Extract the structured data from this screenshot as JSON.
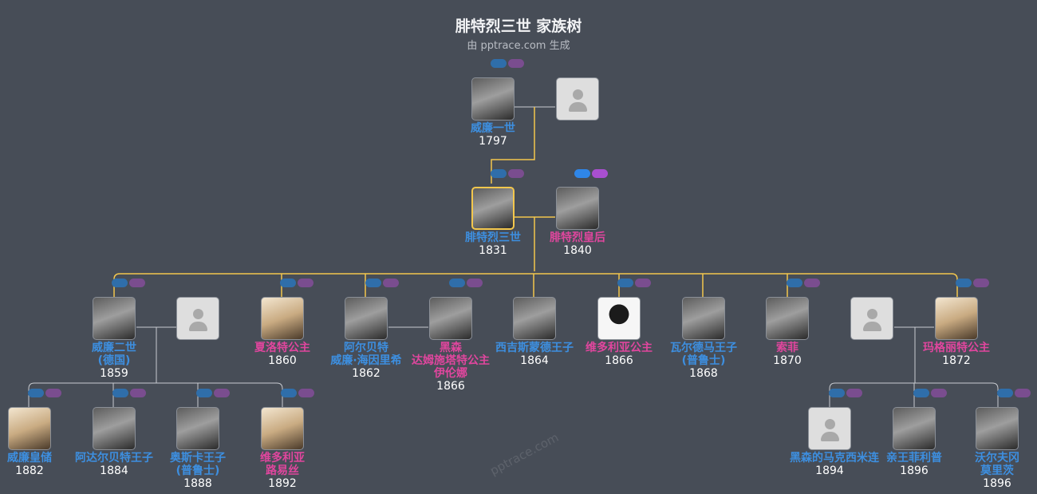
{
  "header": {
    "title": "腓特烈三世 家族树",
    "subtitle": "由 pptrace.com 生成"
  },
  "persons": {
    "wilhelm1": {
      "name": "威廉一世",
      "year": "1797"
    },
    "spouse_unknown1": {
      "name": "",
      "year": ""
    },
    "friedrich3": {
      "name": "腓特烈三世",
      "year": "1831"
    },
    "victoria": {
      "name": "腓特烈皇后",
      "year": "1840"
    },
    "wilhelm2": {
      "name": "威廉二世\n(德国)",
      "year": "1859"
    },
    "spouse_unknown2": {
      "name": "",
      "year": ""
    },
    "charlotte": {
      "name": "夏洛特公主",
      "year": "1860"
    },
    "albert": {
      "name": "阿尔贝特\n威廉·海因里希",
      "year": "1862"
    },
    "irene": {
      "name": "黑森\n达姆施塔特公主伊伦娜",
      "year": "1866"
    },
    "sigismund": {
      "name": "西吉斯蒙德王子",
      "year": "1864"
    },
    "viktoria": {
      "name": "维多利亚公主",
      "year": "1866"
    },
    "waldemar": {
      "name": "瓦尔德马王子\n(普鲁士)",
      "year": "1868"
    },
    "sophie": {
      "name": "索菲",
      "year": "1870"
    },
    "spouse_unknown3": {
      "name": "",
      "year": ""
    },
    "margarete": {
      "name": "玛格丽特公主",
      "year": "1872"
    },
    "crown_prince": {
      "name": "威廉皇储",
      "year": "1882"
    },
    "adalbert": {
      "name": "阿达尔贝特王子",
      "year": "1884"
    },
    "oskar": {
      "name": "奥斯卡王子\n(普鲁士)",
      "year": "1888"
    },
    "viktoria_luise": {
      "name": "维多利亚\n路易丝",
      "year": "1892"
    },
    "maximilian": {
      "name": "黑森的马克西米连",
      "year": "1894"
    },
    "philipp": {
      "name": "亲王菲利普",
      "year": "1896"
    },
    "wolfgang": {
      "name": "沃尔夫冈\n莫里茨",
      "year": "1896"
    }
  },
  "colors": {
    "male": "#3d8fe0",
    "female": "#e0469e",
    "line": "#f3c74d"
  },
  "watermark": "pptrace.com"
}
